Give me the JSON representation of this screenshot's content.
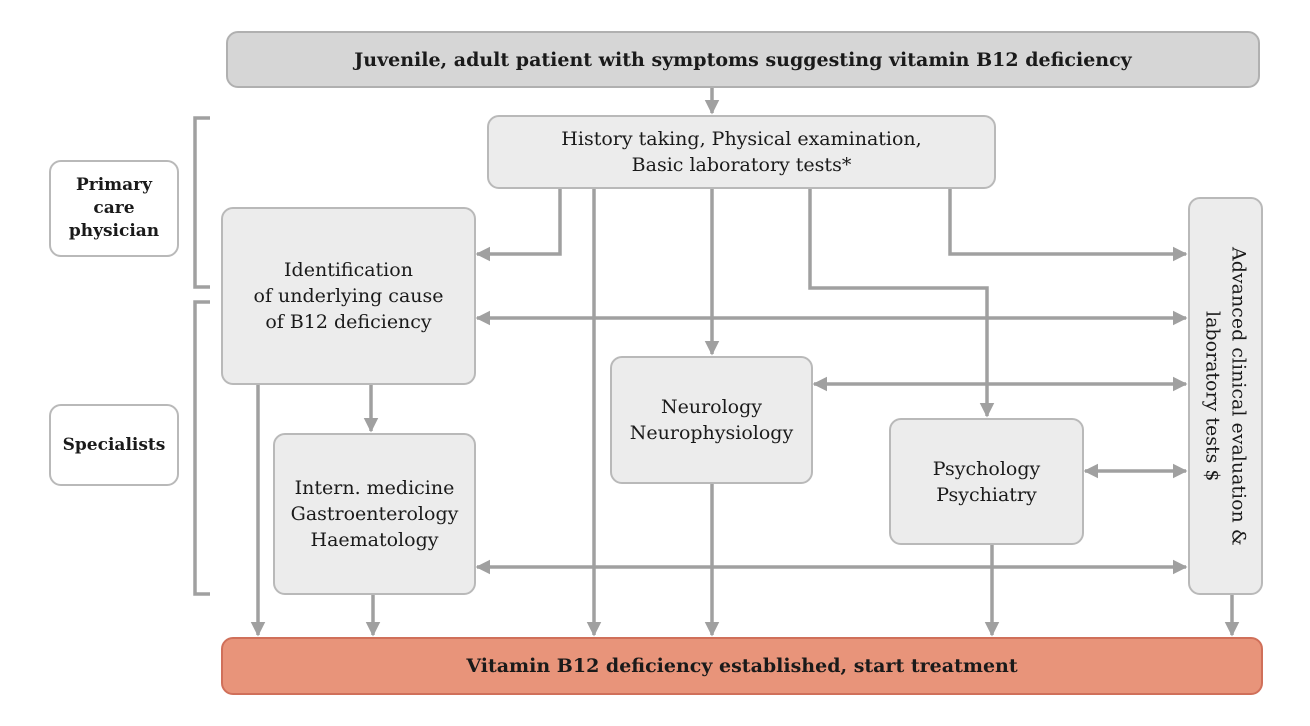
{
  "header": {
    "text": "Juvenile, adult patient with symptoms suggesting vitamin B12 deficiency"
  },
  "history": {
    "lines": [
      "History taking, Physical examination,",
      "Basic laboratory tests*"
    ]
  },
  "primary_care": {
    "lines": [
      "Primary",
      "care",
      "physician"
    ]
  },
  "specialists": {
    "text": "Specialists"
  },
  "identification": {
    "lines": [
      "Identification",
      "of underlying cause",
      "of B12 deficiency"
    ]
  },
  "internal": {
    "lines": [
      "Intern. medicine",
      "Gastroenterology",
      "Haematology"
    ]
  },
  "neurology": {
    "lines": [
      "Neurology",
      "Neurophysiology"
    ]
  },
  "psychology": {
    "lines": [
      "Psychology",
      "Psychiatry"
    ]
  },
  "advanced": {
    "lines": [
      "Advanced clinical evaluation &",
      "laboratory tests $"
    ]
  },
  "footer": {
    "text": "Vitamin B12 deficiency established, start treatment"
  },
  "colors": {
    "header_fill": "#d6d6d6",
    "box_fill": "#ececec",
    "footer_fill": "#e8947a",
    "arrow": "#a0a0a0"
  }
}
